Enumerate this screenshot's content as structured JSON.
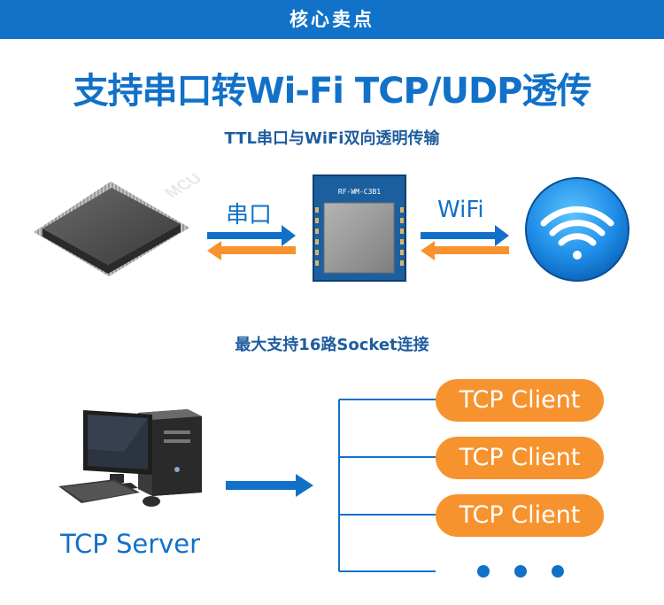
{
  "banner": {
    "title": "核心卖点"
  },
  "headline": "支持串口转Wi-Fi TCP/UDP透传",
  "section1": {
    "subtitle": "TTL串口与WiFi双向透明传输",
    "mcu_label": "MCU",
    "serial_label": "串口",
    "module_label": "RF-WM-C3B1",
    "wifi_label": "WiFi"
  },
  "section2": {
    "subtitle": "最大支持16路Socket连接",
    "server_label": "TCP Server",
    "clients": [
      "TCP Client",
      "TCP Client",
      "TCP Client"
    ]
  },
  "colors": {
    "blue": "#1171c8",
    "orange": "#f7932e",
    "banner": "#1172c8"
  },
  "icons": [
    "mcu-chip-icon",
    "wifi-module-icon",
    "wifi-icon",
    "desktop-computer-icon",
    "ellipsis-icon"
  ]
}
